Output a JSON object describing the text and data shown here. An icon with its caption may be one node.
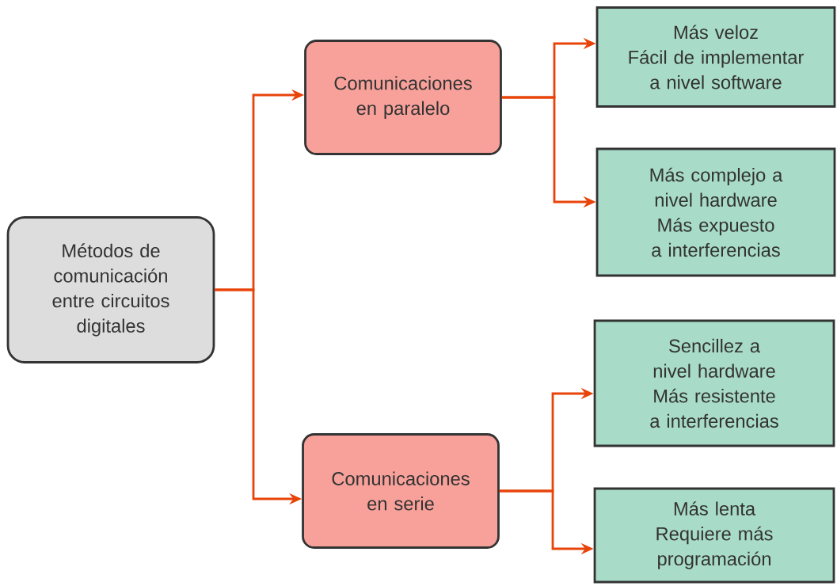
{
  "diagram": {
    "nodes": [
      {
        "text": [
          "Métodos de comunicación entre circuitos digitales"
        ]
      },
      {
        "text": [
          "Comunicaciones en paralelo"
        ]
      },
      {
        "text": [
          "Comunicaciones en serie"
        ]
      },
      {
        "text": [
          "Más veloz",
          "Fácil de implementar a nivel software"
        ]
      },
      {
        "text": [
          "Más complejo a nivel hardware",
          "Más expuesto a interferencias"
        ]
      },
      {
        "text": [
          "Sencillez a nivel hardware",
          "Más resistente a interferencias"
        ]
      },
      {
        "text": [
          "Más lenta",
          "Requiere más programación"
        ]
      }
    ],
    "edges": [
      {
        "from": 0,
        "to": 1,
        "arrow": "to"
      },
      {
        "from": 0,
        "to": 2,
        "arrow": "to"
      },
      {
        "from": 1,
        "to": 3,
        "arrow": "to"
      },
      {
        "from": 1,
        "to": 4,
        "arrow": "to"
      },
      {
        "from": 2,
        "to": 5,
        "arrow": "to"
      },
      {
        "from": 2,
        "to": 6,
        "arrow": "to"
      }
    ]
  }
}
